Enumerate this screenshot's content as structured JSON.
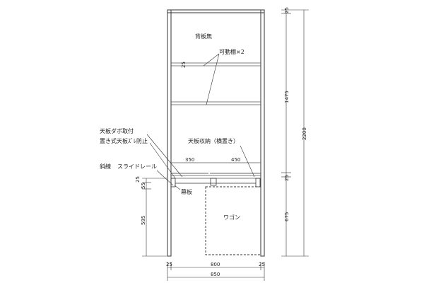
{
  "labels": {
    "back_panel": "背板無",
    "movable_shelf": "可動棚×2",
    "top_plate_dowel": "天板ダボ取付",
    "top_plate_slip": "置き式天板ｽﾞﾚ防止",
    "top_plate_storage": "天板収納（横置き）",
    "diagonal": "斜線",
    "slide_rail": "スライドレール",
    "curtain_board": "幕板",
    "wagon": "ワゴン"
  },
  "dimensions": {
    "top_25": "25",
    "height_1475": "1475",
    "total_2200": "2200",
    "mid_25": "25",
    "height_675": "675",
    "shelf_25": "25",
    "w_350": "350",
    "w_450": "450",
    "left_25": "25",
    "left_55": "55",
    "left_595": "595",
    "bottom_25_left": "25",
    "bottom_800": "800",
    "bottom_25_right": "25",
    "bottom_850": "850"
  },
  "colors": {
    "line": "#333333",
    "shelf_line": "#555555"
  }
}
